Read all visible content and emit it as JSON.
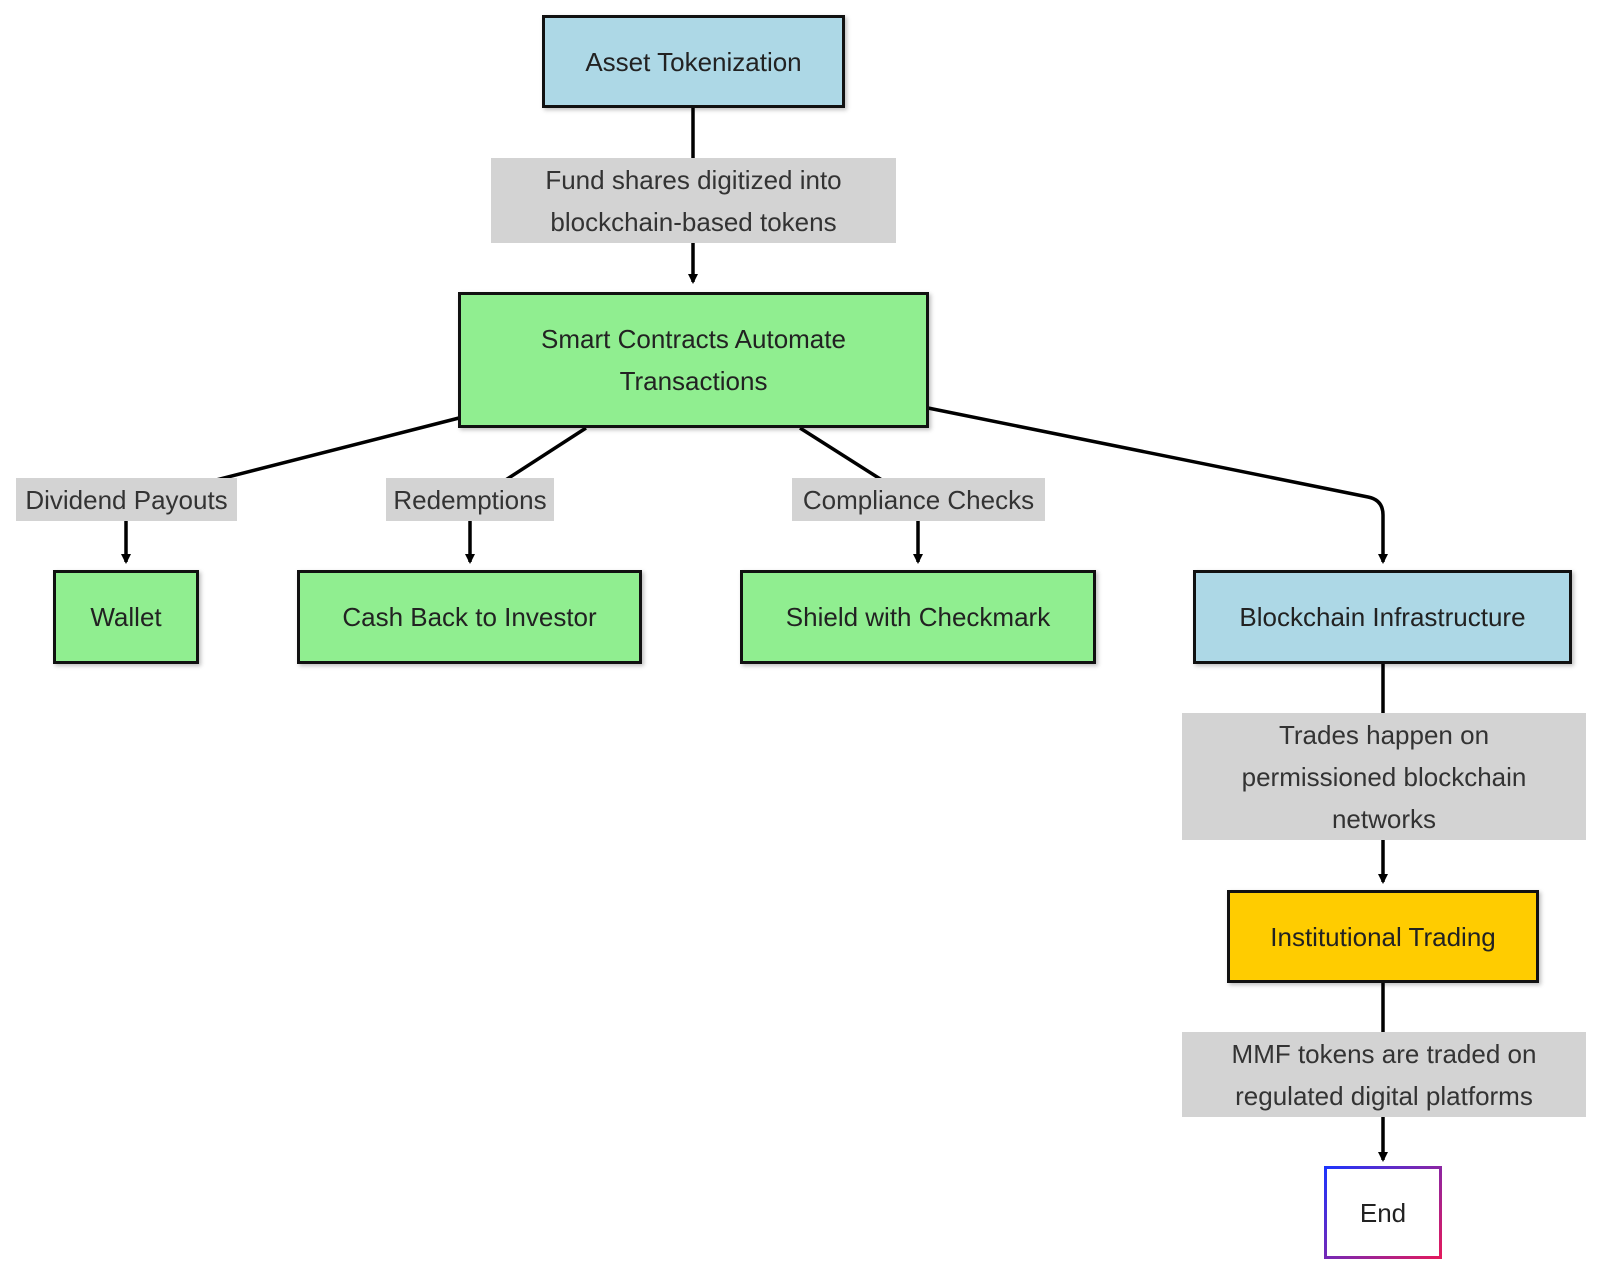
{
  "nodes": {
    "asset_tokenization": "Asset Tokenization",
    "smart_contracts": "Smart Contracts Automate\nTransactions",
    "wallet": "Wallet",
    "cash_back": "Cash Back to Investor",
    "shield": "Shield with Checkmark",
    "blockchain_infra": "Blockchain Infrastructure",
    "institutional_trading": "Institutional Trading",
    "end": "End"
  },
  "edges": {
    "tokenization_to_contracts": "Fund shares digitized into\nblockchain-based tokens",
    "dividend_payouts": "Dividend Payouts",
    "redemptions": "Redemptions",
    "compliance_checks": "Compliance Checks",
    "trades_permissioned": "Trades happen on\npermissioned blockchain\nnetworks",
    "mmf_tokens": "MMF tokens are traded on\nregulated digital platforms"
  },
  "colors": {
    "blue": "#add8e6",
    "green": "#90ee90",
    "gold": "#ffcc00",
    "label_bg": "#d3d3d3",
    "end_gradient_start": "#1a35ff",
    "end_gradient_end": "#e6195a"
  }
}
